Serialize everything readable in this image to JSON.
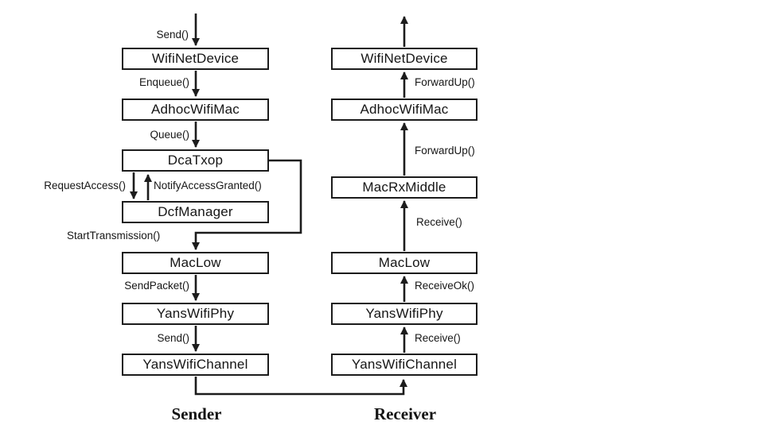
{
  "diagram": {
    "sender": {
      "title": "Sender",
      "boxes": [
        {
          "label": "WifiNetDevice"
        },
        {
          "label": "AdhocWifiMac"
        },
        {
          "label": "DcaTxop"
        },
        {
          "label": "DcfManager"
        },
        {
          "label": "MacLow"
        },
        {
          "label": "YansWifiPhy"
        },
        {
          "label": "YansWifiChannel"
        }
      ],
      "calls": {
        "send_top": "Send()",
        "enqueue": "Enqueue()",
        "queue": "Queue()",
        "request_access": "RequestAccess()",
        "notify_access_granted": "NotifyAccessGranted()",
        "start_transmission": "StartTransmission()",
        "send_packet": "SendPacket()",
        "send_phy": "Send()"
      }
    },
    "receiver": {
      "title": "Receiver",
      "boxes": [
        {
          "label": "WifiNetDevice"
        },
        {
          "label": "AdhocWifiMac"
        },
        {
          "label": "MacRxMiddle"
        },
        {
          "label": "MacLow"
        },
        {
          "label": "YansWifiPhy"
        },
        {
          "label": "YansWifiChannel"
        }
      ],
      "calls": {
        "forward_up_top": "ForwardUp()",
        "forward_up_mid": "ForwardUp()",
        "receive_mid": "Receive()",
        "receive_ok": "ReceiveOk()",
        "receive_phy": "Receive()"
      }
    },
    "colors": {
      "ink": "#1c1c1c",
      "background": "#ffffff"
    }
  }
}
